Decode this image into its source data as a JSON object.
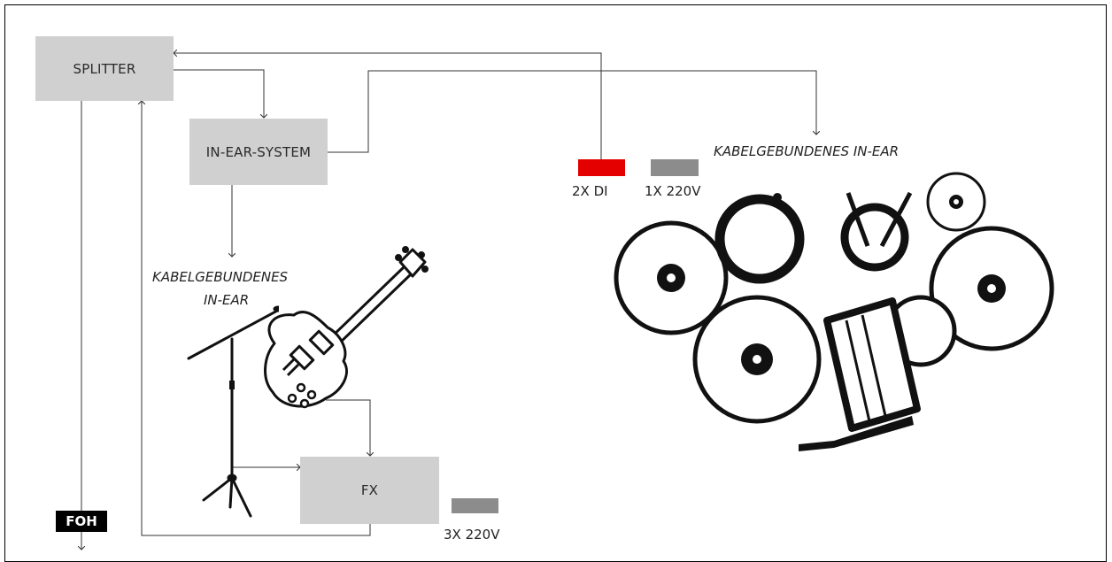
{
  "boxes": {
    "splitter": "SPLITTER",
    "in_ear_system": "IN-EAR-SYSTEM",
    "fx": "FX"
  },
  "labels": {
    "wired_in_ear_right": "KABELGEBUNDENES IN-EAR",
    "wired_in_ear_left_line1": "KABELGEBUNDENES",
    "wired_in_ear_left_line2": "IN-EAR",
    "di": "2X DI",
    "power_drums": "1X 220V",
    "power_fx": "3X 220V",
    "foh": "FOH"
  },
  "colors": {
    "box_fill": "#d0d0d0",
    "di_swatch": "#e50000",
    "power_swatch": "#8c8c8c",
    "foh_fill": "#000000",
    "line": "#333333"
  },
  "icons": [
    "microphone-stand-icon",
    "electric-guitar-icon",
    "drum-kit-icon"
  ]
}
